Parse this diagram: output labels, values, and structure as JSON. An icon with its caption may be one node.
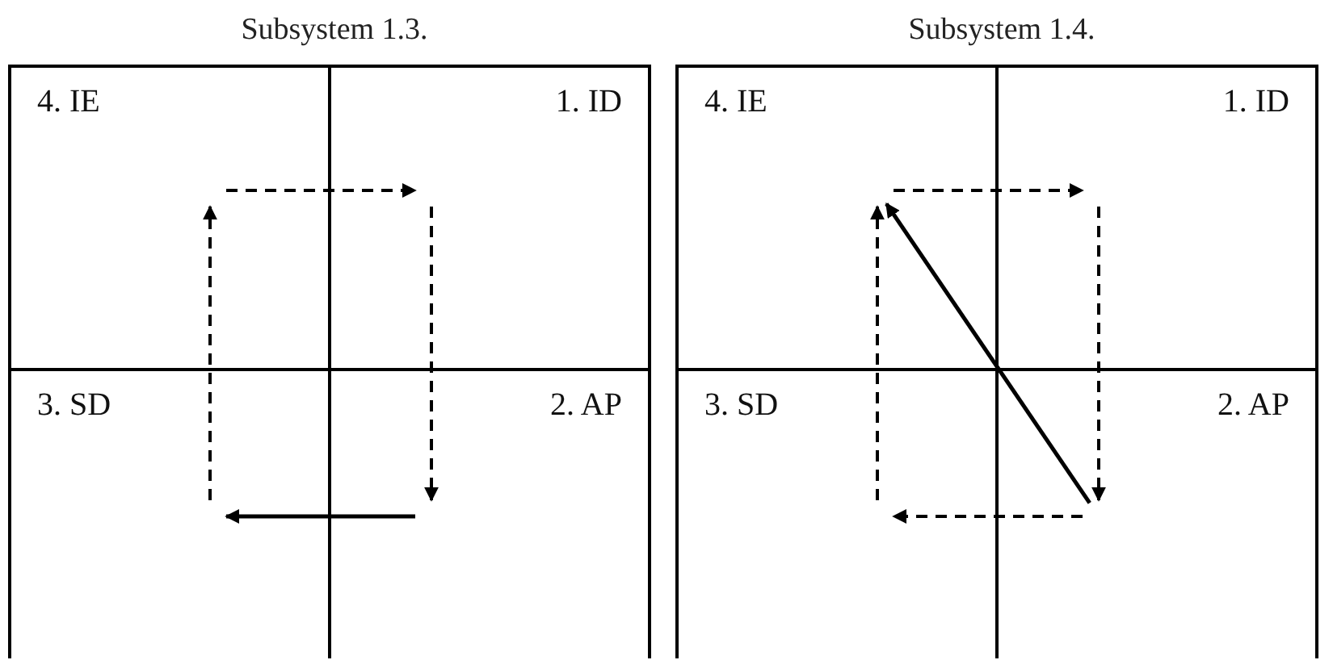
{
  "diagram": {
    "nodes": [
      {
        "text": [
          "Subsystem 1.3."
        ]
      },
      {
        "text": [
          "4. IE"
        ],
        "in": 0
      },
      {
        "text": [
          "1. ID"
        ],
        "in": 0
      },
      {
        "text": [
          "3. SD"
        ],
        "in": 0
      },
      {
        "text": [
          "2. AP"
        ],
        "in": 0
      },
      {
        "text": [
          "Subsystem 1.4."
        ]
      },
      {
        "text": [
          "4. IE"
        ],
        "in": 5
      },
      {
        "text": [
          "1. ID"
        ],
        "in": 5
      },
      {
        "text": [
          "3. SD"
        ],
        "in": 5
      },
      {
        "text": [
          "2. AP"
        ],
        "in": 5
      }
    ],
    "edges": [
      {
        "from": 1,
        "to": 2,
        "arrow": "to",
        "style": "dashed"
      },
      {
        "from": 2,
        "to": 4,
        "arrow": "to",
        "style": "dashed"
      },
      {
        "from": 4,
        "to": 3,
        "arrow": "to"
      },
      {
        "from": 3,
        "to": 1,
        "arrow": "to",
        "style": "dashed"
      },
      {
        "from": 6,
        "to": 7,
        "arrow": "to",
        "style": "dashed"
      },
      {
        "from": 7,
        "to": 9,
        "arrow": "to",
        "style": "dashed"
      },
      {
        "from": 9,
        "to": 8,
        "arrow": "to",
        "style": "dashed"
      },
      {
        "from": 8,
        "to": 6,
        "arrow": "to",
        "style": "dashed"
      },
      {
        "from": 9,
        "to": 6,
        "arrow": "to"
      }
    ]
  }
}
